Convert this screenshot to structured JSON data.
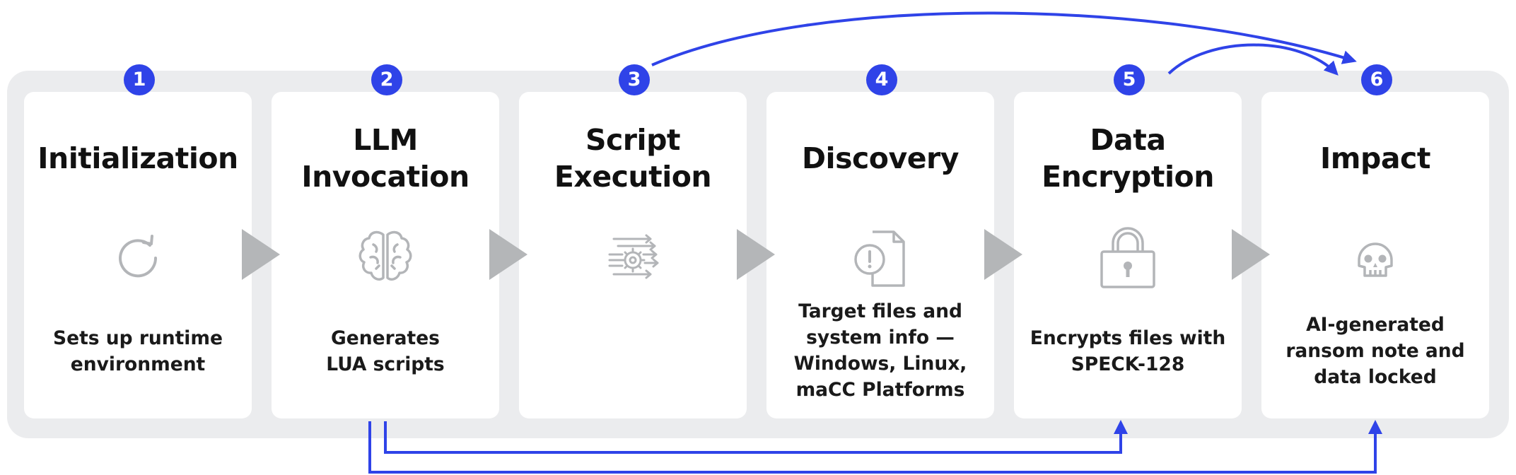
{
  "colors": {
    "accent": "#2f43e8",
    "panel": "#ebecee",
    "card": "#ffffff",
    "icon": "#b3b5b8",
    "chevron": "#b4b6b8"
  },
  "steps": [
    {
      "number": "1",
      "title": [
        "Initialization"
      ],
      "icon": "refresh-icon",
      "description": [
        "Sets up runtime",
        "environment"
      ]
    },
    {
      "number": "2",
      "title": [
        "LLM",
        "Invocation"
      ],
      "icon": "brain-icon",
      "description": [
        "Generates",
        "LUA scripts"
      ]
    },
    {
      "number": "3",
      "title": [
        "Script",
        "Execution"
      ],
      "icon": "gear-arrows-icon",
      "description": []
    },
    {
      "number": "4",
      "title": [
        "Discovery"
      ],
      "icon": "file-alert-icon",
      "description": [
        "Target files and",
        "system info —",
        "Windows, Linux,",
        "maCC Platforms"
      ]
    },
    {
      "number": "5",
      "title": [
        "Data",
        "Encryption"
      ],
      "icon": "padlock-icon",
      "description": [
        "Encrypts files with",
        "SPECK-128"
      ]
    },
    {
      "number": "6",
      "title": [
        "Impact"
      ],
      "icon": "skull-icon",
      "description": [
        "AI-generated",
        "ransom note and",
        "data locked"
      ]
    }
  ]
}
